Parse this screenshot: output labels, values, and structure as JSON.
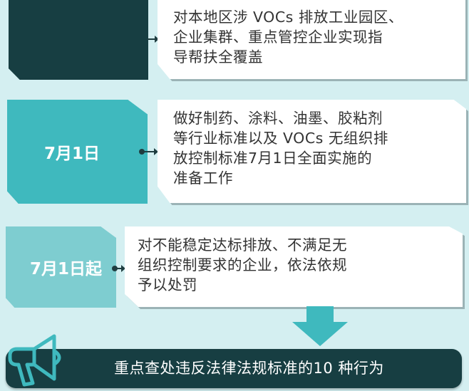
{
  "colors": {
    "background": "#d4eff1",
    "dark": "#173e42",
    "teal": "#3fb9be",
    "light_teal": "#7ecdd0",
    "card": "#ffffff",
    "text": "#333333"
  },
  "timeline": [
    {
      "label": "",
      "description": "对本地区涉 VOCs 排放工业园区、企业集群、重点管控企业实现指导帮扶全覆盖",
      "lines": [
        "对本地区涉 VOCs 排放工业园区、",
        "企业集群、重点管控企业实现指",
        "导帮扶全覆盖"
      ]
    },
    {
      "label": "7月1日",
      "description": "做好制药、涂料、油墨、胶粘剂等行业标准以及 VOCs 无组织排放控制标准7月1日全面实施的准备工作",
      "lines": [
        "做好制药、涂料、油墨、胶粘剂",
        "等行业标准以及 VOCs 无组织排",
        "放控制标准7月1日全面实施的",
        "准备工作"
      ]
    },
    {
      "label": "7月1日起",
      "description": "对不能稳定达标排放、不满足无组织控制要求的企业，依法依规予以处罚",
      "lines": [
        "对不能稳定达标排放、不满足无",
        "组织控制要求的企业，依法依规",
        "予以处罚"
      ]
    }
  ],
  "banner": {
    "icon": "megaphone-icon",
    "text": "重点查处违反法律法规标准的10 种行为"
  },
  "icons": {
    "arrow": "down-arrow-icon",
    "connector": "arrow-connector-icon"
  }
}
